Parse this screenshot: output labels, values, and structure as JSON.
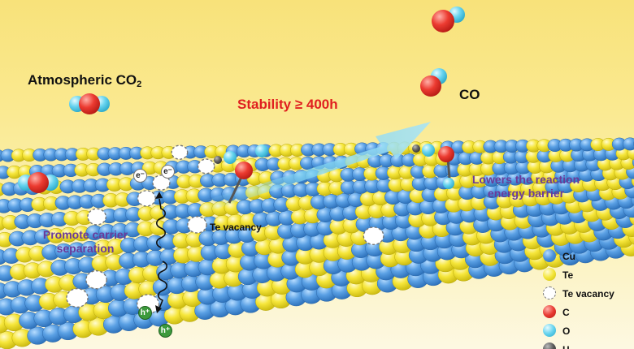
{
  "labels": {
    "atmospheric_co2": "Atmospheric CO",
    "co2_subscript": "2",
    "stability": "Stability ≥ 400h",
    "co": "CO",
    "promote_carrier_separation": "Promote carrier separation",
    "te_vacancy": "Te vacancy",
    "lowers_barrier": "Lowers the reaction energy barrier",
    "electron": "e⁻",
    "hole": "h⁺"
  },
  "legend": [
    {
      "label": "Cu",
      "color": "#4a90d8"
    },
    {
      "label": "Te",
      "color": "#f3e538"
    },
    {
      "label": "Te vacancy",
      "color": "vacancy"
    },
    {
      "label": "C",
      "color": "#e83a32"
    },
    {
      "label": "O",
      "color": "#64d2ee"
    },
    {
      "label": "H",
      "color": "#555555"
    }
  ],
  "colors": {
    "cu": "#4a90d8",
    "te": "#f3e538",
    "c": "#e83a32",
    "o": "#64d2ee",
    "h": "#555555",
    "stability_text": "#e02020",
    "annotation_text": "#6a3a9a"
  }
}
